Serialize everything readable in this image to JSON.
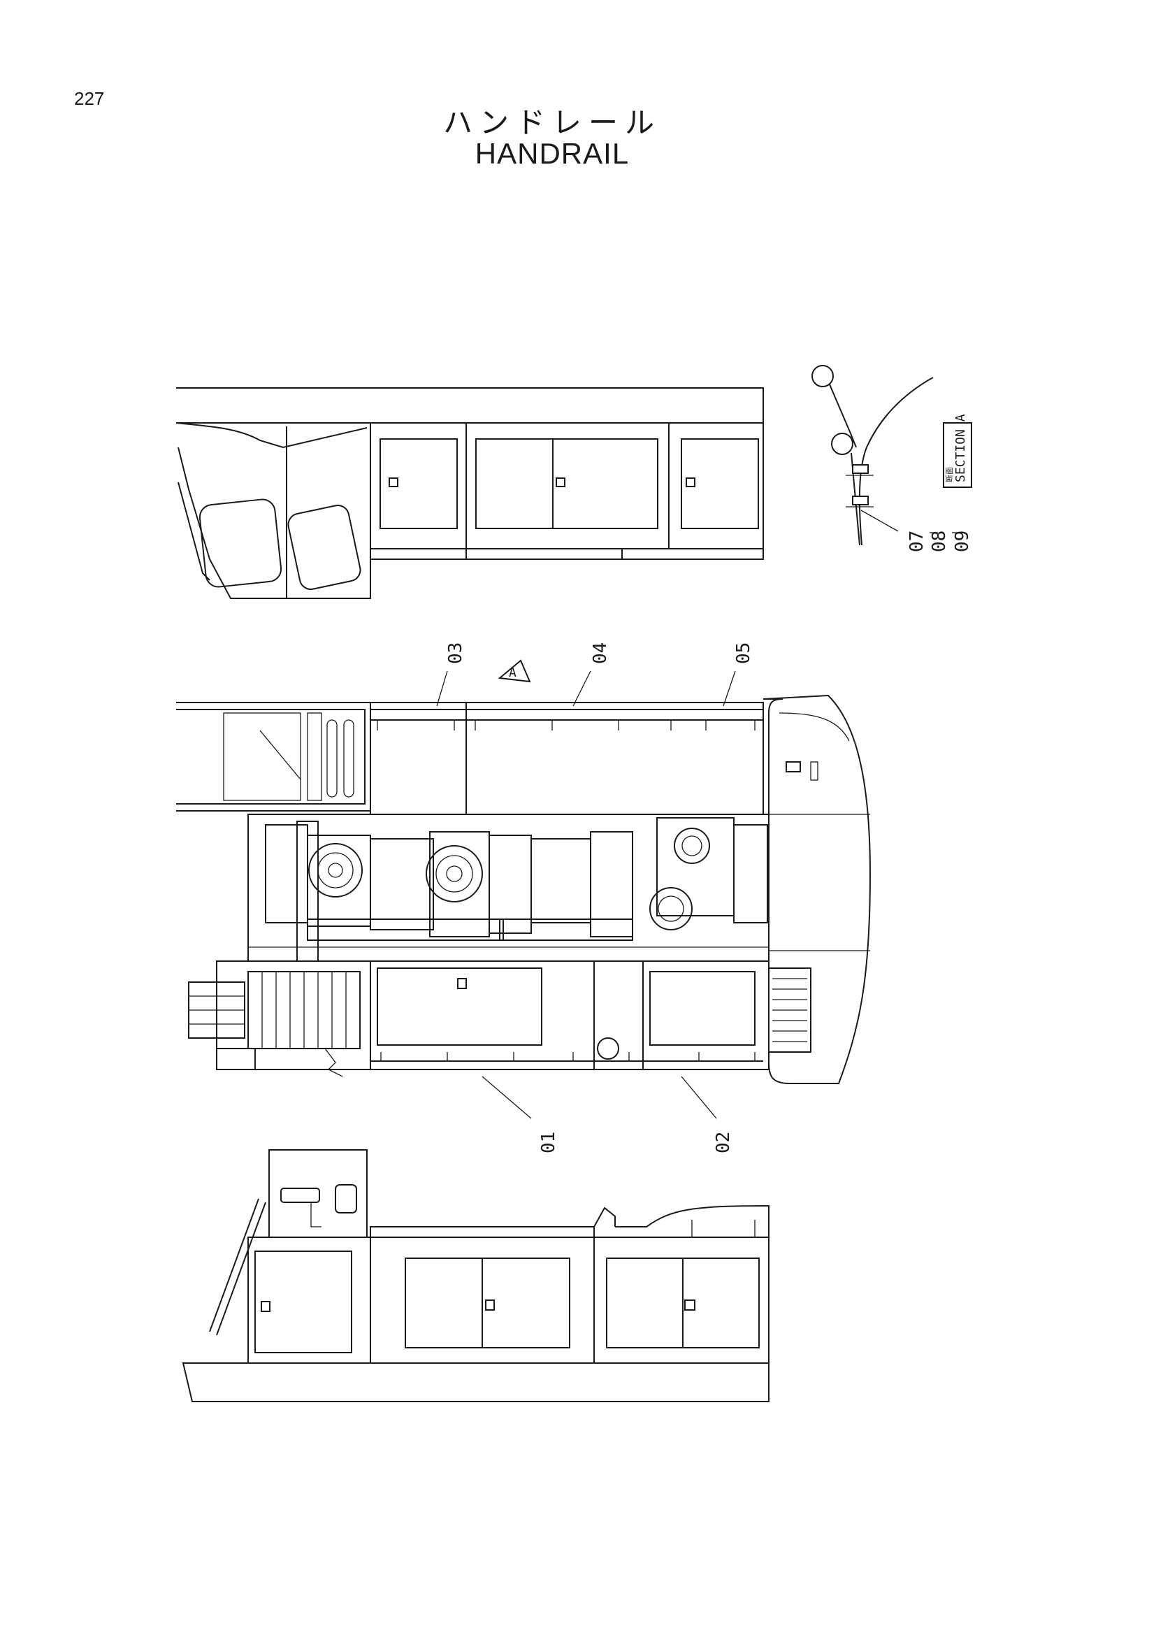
{
  "page": {
    "number": "227"
  },
  "title": {
    "japanese": "ハンドレール",
    "english": "HANDRAIL"
  },
  "section_view": {
    "label": "SECTION A",
    "small_text": "断面"
  },
  "view_marker": {
    "letter": "A"
  },
  "callouts": [
    {
      "id": "callout-03",
      "text": "03"
    },
    {
      "id": "callout-04",
      "text": "04"
    },
    {
      "id": "callout-05",
      "text": "05"
    },
    {
      "id": "callout-01",
      "text": "01"
    },
    {
      "id": "callout-02",
      "text": "02"
    },
    {
      "id": "callout-07",
      "text": "07"
    },
    {
      "id": "callout-08",
      "text": "08"
    },
    {
      "id": "callout-09",
      "text": "09"
    }
  ]
}
